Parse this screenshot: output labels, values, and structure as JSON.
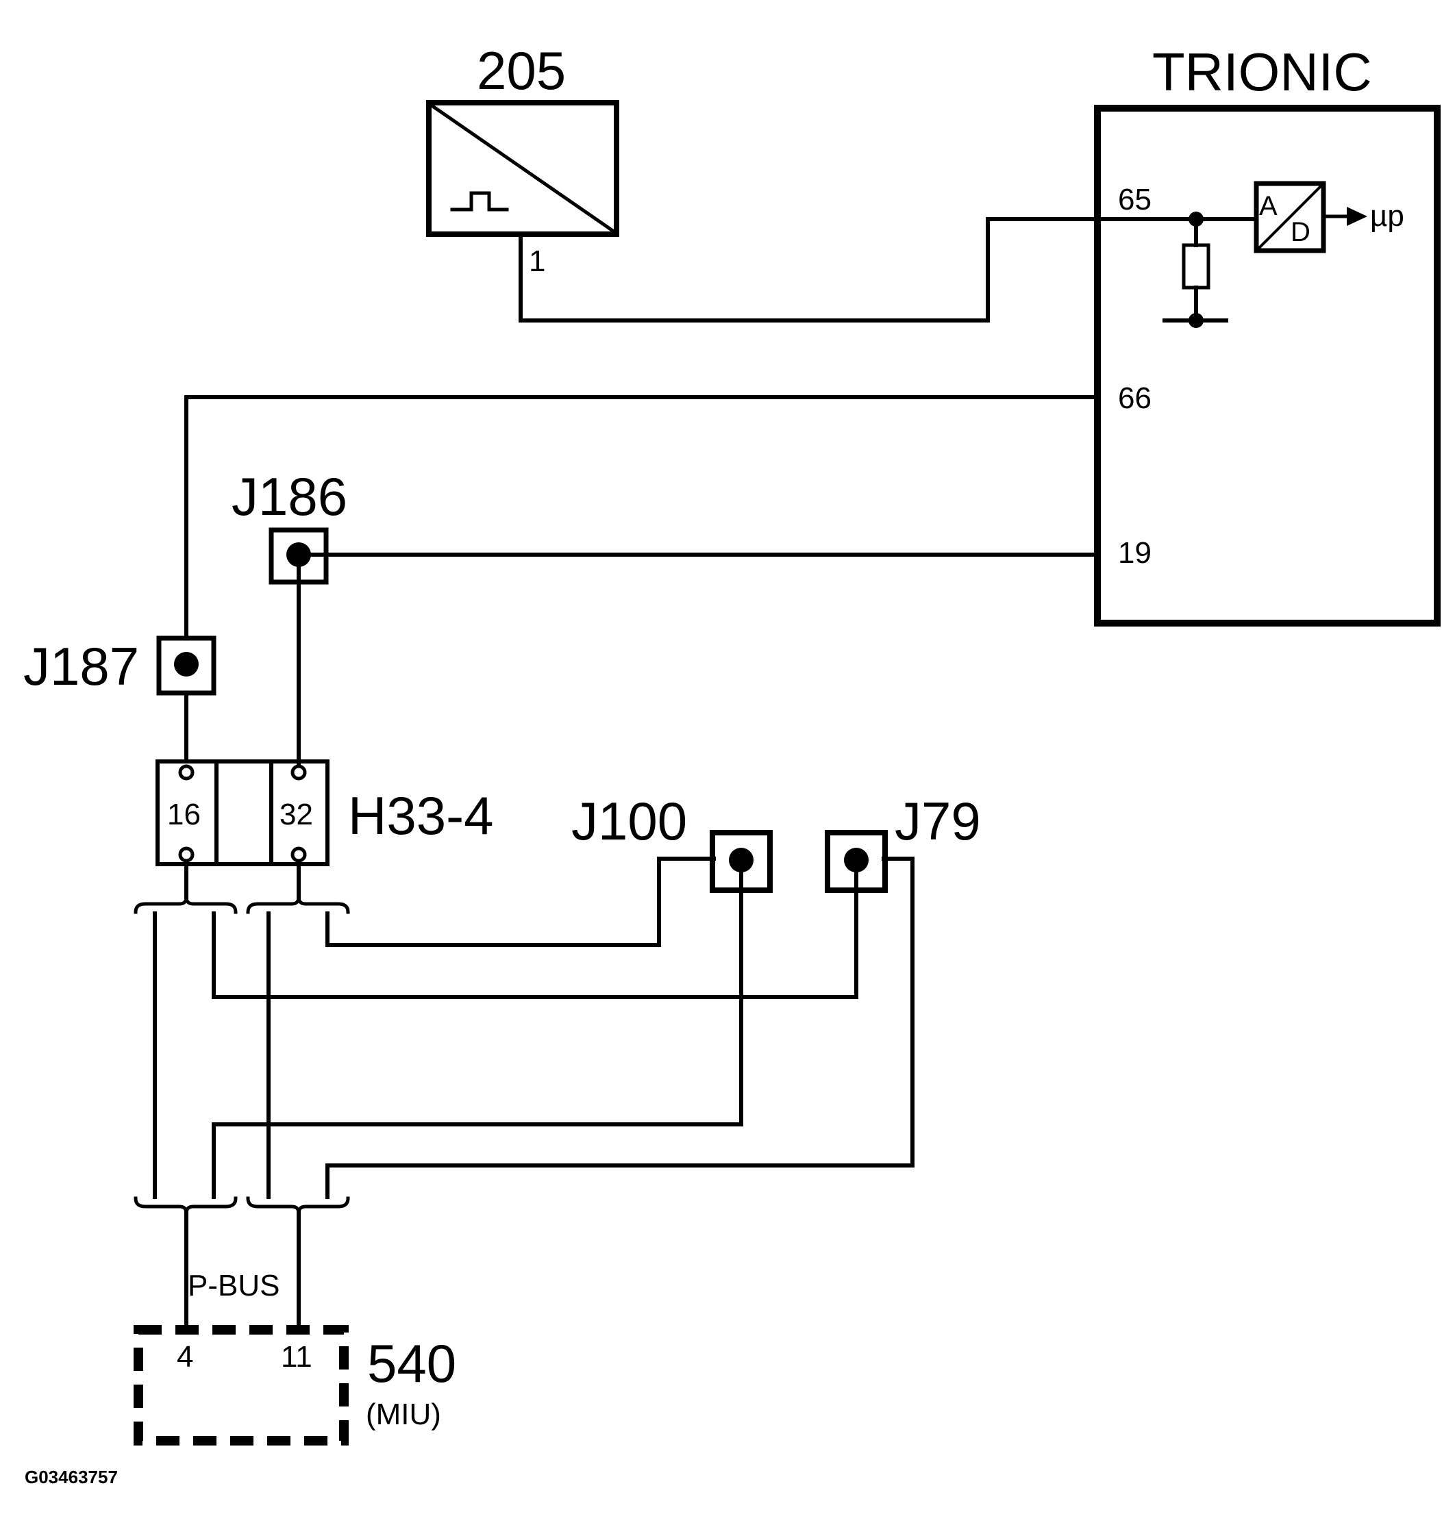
{
  "components": {
    "sensor_205": {
      "label": "205",
      "pin": "1"
    },
    "trionic": {
      "label": "TRIONIC",
      "pins": {
        "p65": "65",
        "p66": "66",
        "p19": "19"
      },
      "adc_a": "A",
      "adc_d": "D",
      "output": "µp"
    },
    "j186": {
      "label": "J186"
    },
    "j187": {
      "label": "J187"
    },
    "h33_4": {
      "label": "H33-4",
      "pin_left": "16",
      "pin_right": "32"
    },
    "j100": {
      "label": "J100"
    },
    "j79": {
      "label": "J79"
    },
    "bus": {
      "label": "P-BUS"
    },
    "miu_540": {
      "label": "540",
      "sublabel": "(MIU)",
      "pin_left": "4",
      "pin_right": "11"
    }
  },
  "figure_id": "G03463757"
}
